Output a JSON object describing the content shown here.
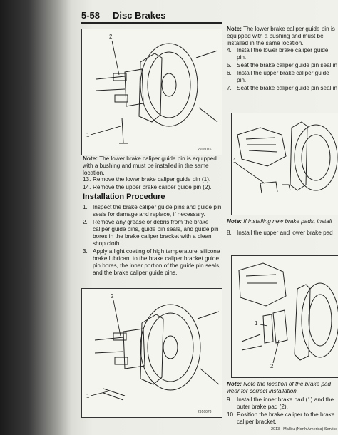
{
  "header": {
    "section": "5-58",
    "title": "Disc Brakes"
  },
  "figures": [
    {
      "id": "fig-1",
      "callouts": [
        "2",
        "1"
      ],
      "ref": "2916076"
    },
    {
      "id": "fig-2",
      "callouts": [
        "2",
        "1"
      ],
      "ref": "2916078"
    },
    {
      "id": "fig-3",
      "callouts": [
        "1"
      ],
      "ref": ""
    },
    {
      "id": "fig-4",
      "callouts": [
        "1",
        "2"
      ],
      "ref": ""
    }
  ],
  "left": {
    "note_label": "Note:",
    "note_text": "The lower brake caliper guide pin is equipped with a bushing and must be installed in the same location.",
    "steps_top": [
      {
        "n": "13.",
        "text": "Remove the lower brake caliper guide pin (1)."
      },
      {
        "n": "14.",
        "text": "Remove the upper brake caliper guide pin (2)."
      }
    ],
    "subhead": "Installation Procedure",
    "steps_install": [
      {
        "n": "1.",
        "text": "Inspect the brake caliper guide pins and guide pin seals for damage and replace, if necessary."
      },
      {
        "n": "2.",
        "text": "Remove any grease or debris from the brake caliper guide pins, guide pin seals, and guide pin bores in the brake caliper bracket with a clean shop cloth."
      },
      {
        "n": "3.",
        "text": "Apply a light coating of high temperature, silicone brake lubricant to the brake caliper bracket guide pin bores, the inner portion of the guide pin seals, and the brake caliper guide pins."
      }
    ]
  },
  "right": {
    "note_label": "Note:",
    "note_text": "The lower brake caliper guide pin is equipped with a bushing and must be installed in the same location.",
    "steps_a": [
      {
        "n": "4.",
        "text": "Install the lower brake caliper guide pin."
      },
      {
        "n": "5.",
        "text": "Seat the brake caliper guide pin seal in"
      },
      {
        "n": "6.",
        "text": "Install the upper brake caliper guide pin."
      },
      {
        "n": "7.",
        "text": "Seat the brake caliper guide pin seal in"
      }
    ],
    "note2_label": "Note:",
    "note2_text": "If installing new brake pads, install",
    "steps_b": [
      {
        "n": "8.",
        "text": "Install the upper and lower brake pad"
      }
    ],
    "note3_label": "Note:",
    "note3_text": "Note the location of the brake pad wear for correct installation.",
    "steps_c": [
      {
        "n": "9.",
        "text": "Install the inner brake pad (1) and the outer brake pad (2)."
      },
      {
        "n": "10.",
        "text": "Position the brake caliper to the brake caliper bracket."
      }
    ]
  },
  "footer": "2013 - Malibu (North America) Service"
}
